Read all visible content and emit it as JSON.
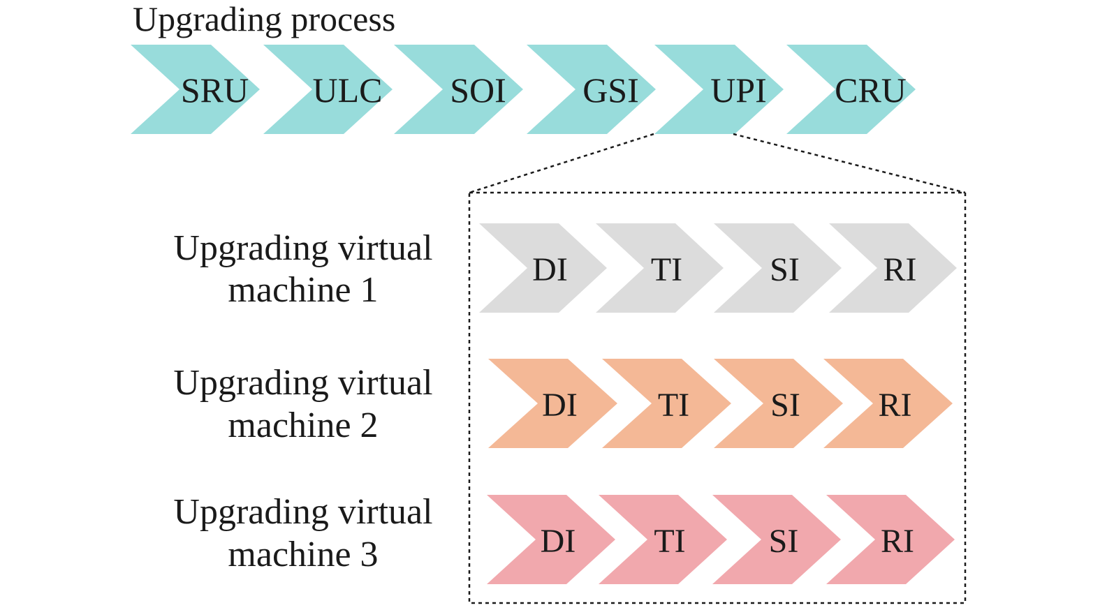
{
  "title": "Upgrading process",
  "colors": {
    "process": "#98dcdb",
    "vm1": "#dcdcdc",
    "vm2": "#f4b896",
    "vm3": "#f1a8ad",
    "text": "#1a1a1a",
    "dotted": "#1a1a1a"
  },
  "process_steps": [
    "SRU",
    "ULC",
    "SOI",
    "GSI",
    "UPI",
    "CRU"
  ],
  "expanded_step": "UPI",
  "virtual_machines": [
    {
      "label_line1": "Upgrading virtual",
      "label_line2": "machine 1",
      "color_key": "vm1",
      "steps": [
        "DI",
        "TI",
        "SI",
        "RI"
      ]
    },
    {
      "label_line1": "Upgrading virtual",
      "label_line2": "machine 2",
      "color_key": "vm2",
      "steps": [
        "DI",
        "TI",
        "SI",
        "RI"
      ]
    },
    {
      "label_line1": "Upgrading virtual",
      "label_line2": "machine 3",
      "color_key": "vm3",
      "steps": [
        "DI",
        "TI",
        "SI",
        "RI"
      ]
    }
  ]
}
